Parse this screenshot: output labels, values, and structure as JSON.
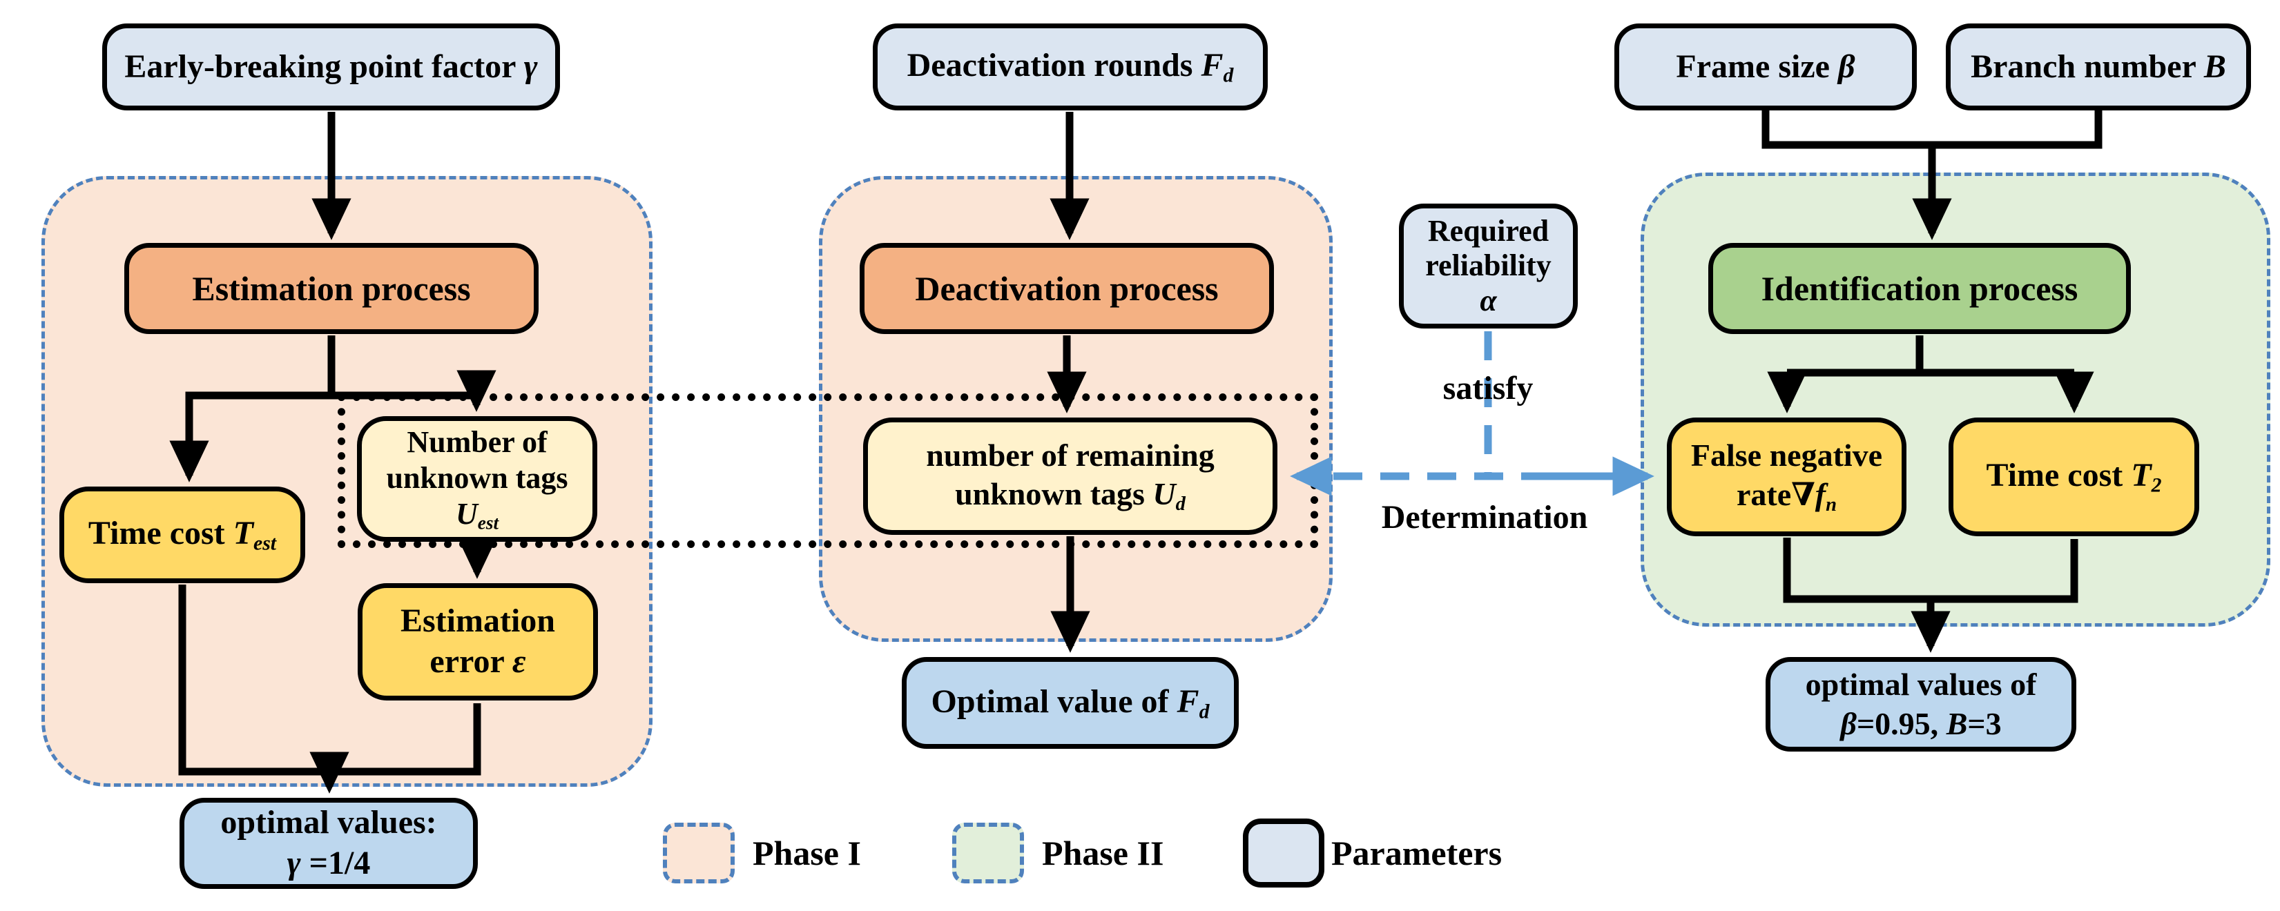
{
  "nodes": {
    "early_breaking": {
      "text": "Early-breaking point factor ",
      "sym": "γ"
    },
    "estimation_process": {
      "text": "Estimation process"
    },
    "num_unknown_tags": {
      "l1": "Number of",
      "l2": "unknown tags",
      "sym": "U",
      "sub": "est"
    },
    "time_cost_est": {
      "text": "Time cost ",
      "sym": "T",
      "sub": "est"
    },
    "estimation_error": {
      "l1": "Estimation",
      "l2": "error ",
      "sym": "ε"
    },
    "optimal_gamma": {
      "l1": "optimal values:",
      "sym": "γ",
      "rest": " =1/4"
    },
    "deactivation_rounds": {
      "text": "Deactivation rounds ",
      "sym": "F",
      "sub": "d"
    },
    "deactivation_process": {
      "text": "Deactivation process"
    },
    "remaining_tags": {
      "l1": "number of remaining",
      "l2": "unknown tags ",
      "sym": "U",
      "sub": "d"
    },
    "optimal_fd": {
      "text": "Optimal value of ",
      "sym": "F",
      "sub": "d"
    },
    "required_reliability": {
      "l1": "Required",
      "l2": "reliability",
      "l3": "α"
    },
    "frame_size": {
      "text": "Frame size ",
      "sym": "β"
    },
    "branch_number": {
      "text": "Branch number ",
      "sym": "B"
    },
    "identification_process": {
      "text": "Identification process"
    },
    "false_negative": {
      "l1": "False negative",
      "l2": "rate",
      "nabla": "∇",
      "sym": "f",
      "sub": "n"
    },
    "time_cost_2": {
      "text": "Time cost ",
      "sym": "T",
      "sub": "2"
    },
    "optimal_beta_b": {
      "l1": "optimal values of",
      "sym1": "β",
      "t1": "=0.95, ",
      "sym2": "B",
      "t2": "=3"
    }
  },
  "labels": {
    "satisfy": "satisfy",
    "determination": "Determination"
  },
  "legend": {
    "phase1": "Phase I",
    "phase2": "Phase II",
    "parameters": "Parameters"
  },
  "colors": {
    "param_fill": "#dbe5f1",
    "result_fill": "#bdd7ee",
    "phase1_fill": "#fbe5d6",
    "phase2_fill": "#e2efda",
    "process1_fill": "#f4b183",
    "process2_fill": "#a9d18e",
    "hint_fill": "#fff2cc",
    "metric_fill": "#ffd966",
    "dash_border": "#4f81bd",
    "blue_arrow": "#5b9bd5"
  }
}
